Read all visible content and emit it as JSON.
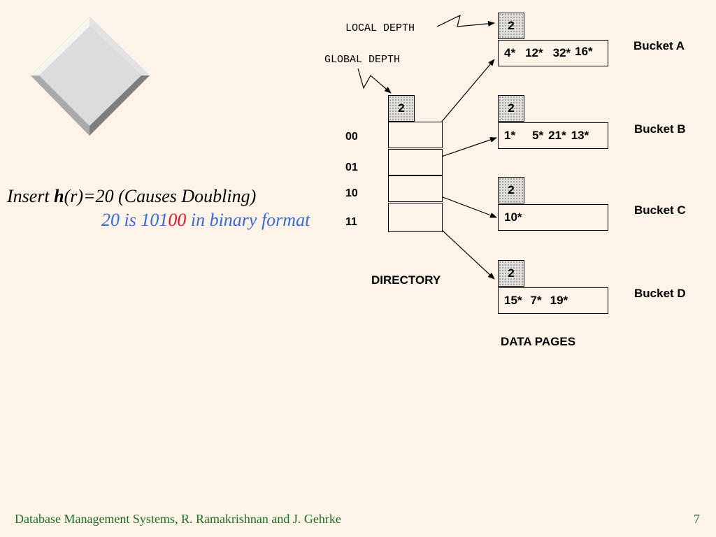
{
  "slide": {
    "insert_prefix": "Insert ",
    "insert_h": "h",
    "insert_suffix": "(r)=20 (Causes Doubling)",
    "binary_prefix": "20 is 101",
    "binary_highlight": "00",
    "binary_suffix": " in binary format",
    "footer_text": "Database Management Systems, R. Ramakrishnan and J. Gehrke",
    "page_number": "7"
  },
  "diagram": {
    "local_depth_label": "LOCAL DEPTH",
    "global_depth_label": "GLOBAL DEPTH",
    "global_depth": "2",
    "directory_label": "DIRECTORY",
    "data_pages_label": "DATA PAGES",
    "directory_entries": [
      "00",
      "01",
      "10",
      "11"
    ],
    "buckets": [
      {
        "name": "Bucket A",
        "local_depth": "2",
        "entries": [
          "4*",
          "12*",
          "32*",
          "16*"
        ]
      },
      {
        "name": "Bucket B",
        "local_depth": "2",
        "entries": [
          "1*",
          "5*",
          "21*",
          "13*"
        ]
      },
      {
        "name": "Bucket C",
        "local_depth": "2",
        "entries": [
          "10*"
        ]
      },
      {
        "name": "Bucket D",
        "local_depth": "2",
        "entries": [
          "15*",
          "7*",
          "19*"
        ]
      }
    ]
  },
  "colors": {
    "background": "#fdf3e6",
    "highlight_blue": "#3a66d6",
    "highlight_red": "#d8172f",
    "footer_green": "#1f6b2a"
  }
}
